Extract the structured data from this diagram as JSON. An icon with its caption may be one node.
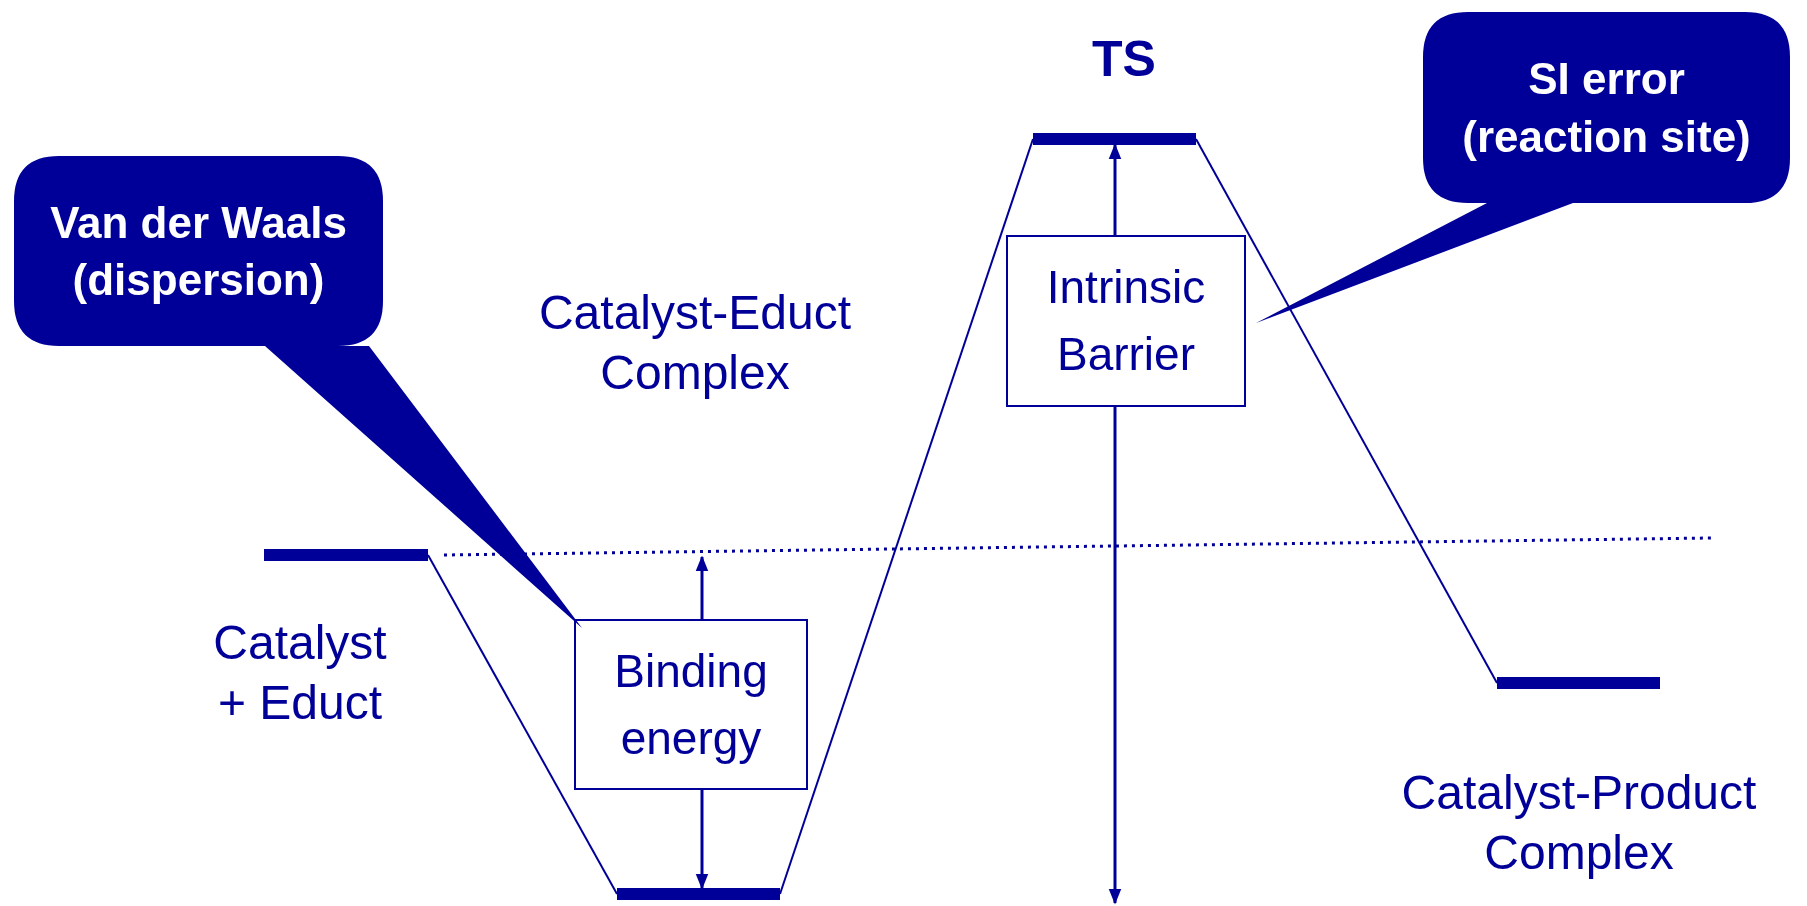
{
  "diagram": {
    "nodes": [
      {
        "text": [],
        "shape": "bar"
      },
      {
        "text": [],
        "shape": "bar"
      },
      {
        "text": [],
        "shape": "bar"
      },
      {
        "text": [],
        "shape": "bar"
      },
      {
        "text": [
          "Binding energy"
        ]
      },
      {
        "text": [
          "Intrinsic Barrier"
        ]
      },
      {
        "text": [
          "Van der Waals (dispersion)"
        ]
      },
      {
        "text": [
          "SI error (reaction site)"
        ]
      }
    ],
    "edges": [
      {
        "from": 0,
        "to": 1,
        "arrow": "none"
      },
      {
        "from": 1,
        "to": 2,
        "arrow": "none"
      },
      {
        "from": 2,
        "to": 3,
        "arrow": "none"
      },
      {
        "from": 4,
        "to": null,
        "arrow": "to"
      },
      {
        "from": 4,
        "to": 1,
        "arrow": "to"
      },
      {
        "from": 5,
        "to": 2,
        "arrow": "to"
      },
      {
        "from": 5,
        "to": null,
        "arrow": "to"
      }
    ],
    "labels": [
      "TS",
      "Catalyst-Educt Complex",
      "Catalyst + Educt",
      "Catalyst-Product Complex"
    ]
  }
}
